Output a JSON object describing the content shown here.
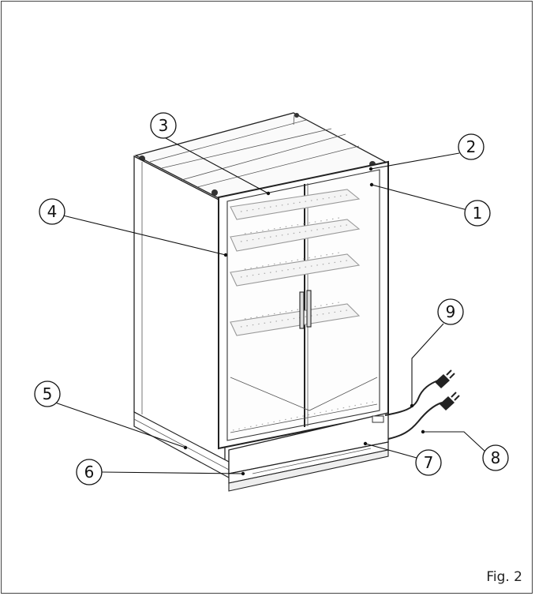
{
  "figure": {
    "caption": "Fig. 2"
  },
  "callouts": [
    {
      "id": "1",
      "label": "1"
    },
    {
      "id": "2",
      "label": "2"
    },
    {
      "id": "3",
      "label": "3"
    },
    {
      "id": "4",
      "label": "4"
    },
    {
      "id": "5",
      "label": "5"
    },
    {
      "id": "6",
      "label": "6"
    },
    {
      "id": "7",
      "label": "7"
    },
    {
      "id": "8",
      "label": "8"
    },
    {
      "id": "9",
      "label": "9"
    }
  ]
}
